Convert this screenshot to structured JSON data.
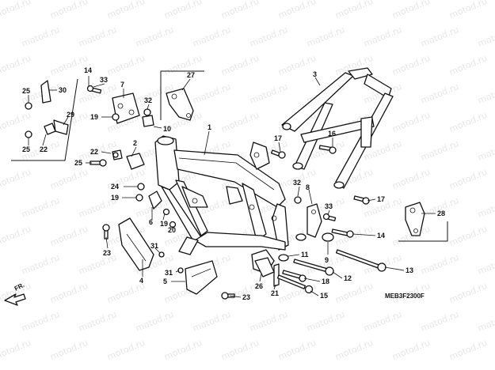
{
  "diagram": {
    "watermark": "motod.ru",
    "part_code": "MEB3F2300F",
    "direction_label": "FR.",
    "callouts": [
      {
        "id": "c1",
        "label": "1"
      },
      {
        "id": "c2",
        "label": "2"
      },
      {
        "id": "c3",
        "label": "3"
      },
      {
        "id": "c4",
        "label": "4"
      },
      {
        "id": "c5",
        "label": "5"
      },
      {
        "id": "c6",
        "label": "6"
      },
      {
        "id": "c7",
        "label": "7"
      },
      {
        "id": "c8",
        "label": "8"
      },
      {
        "id": "c9",
        "label": "9"
      },
      {
        "id": "c10",
        "label": "10"
      },
      {
        "id": "c11",
        "label": "11"
      },
      {
        "id": "c12",
        "label": "12"
      },
      {
        "id": "c13",
        "label": "13"
      },
      {
        "id": "c14a",
        "label": "14"
      },
      {
        "id": "c14b",
        "label": "14"
      },
      {
        "id": "c15",
        "label": "15"
      },
      {
        "id": "c16",
        "label": "16"
      },
      {
        "id": "c17a",
        "label": "17"
      },
      {
        "id": "c17b",
        "label": "17"
      },
      {
        "id": "c18",
        "label": "18"
      },
      {
        "id": "c19a",
        "label": "19"
      },
      {
        "id": "c19b",
        "label": "19"
      },
      {
        "id": "c19c",
        "label": "19"
      },
      {
        "id": "c20",
        "label": "20"
      },
      {
        "id": "c21",
        "label": "21"
      },
      {
        "id": "c22a",
        "label": "22"
      },
      {
        "id": "c22b",
        "label": "22"
      },
      {
        "id": "c23a",
        "label": "23"
      },
      {
        "id": "c23b",
        "label": "23"
      },
      {
        "id": "c24",
        "label": "24"
      },
      {
        "id": "c25a",
        "label": "25"
      },
      {
        "id": "c25b",
        "label": "25"
      },
      {
        "id": "c25c",
        "label": "25"
      },
      {
        "id": "c26",
        "label": "26"
      },
      {
        "id": "c27",
        "label": "27"
      },
      {
        "id": "c28",
        "label": "28"
      },
      {
        "id": "c29",
        "label": "29"
      },
      {
        "id": "c30",
        "label": "30"
      },
      {
        "id": "c31a",
        "label": "31"
      },
      {
        "id": "c31b",
        "label": "31"
      },
      {
        "id": "c32a",
        "label": "32"
      },
      {
        "id": "c32b",
        "label": "32"
      },
      {
        "id": "c33a",
        "label": "33"
      },
      {
        "id": "c33b",
        "label": "33"
      }
    ]
  }
}
